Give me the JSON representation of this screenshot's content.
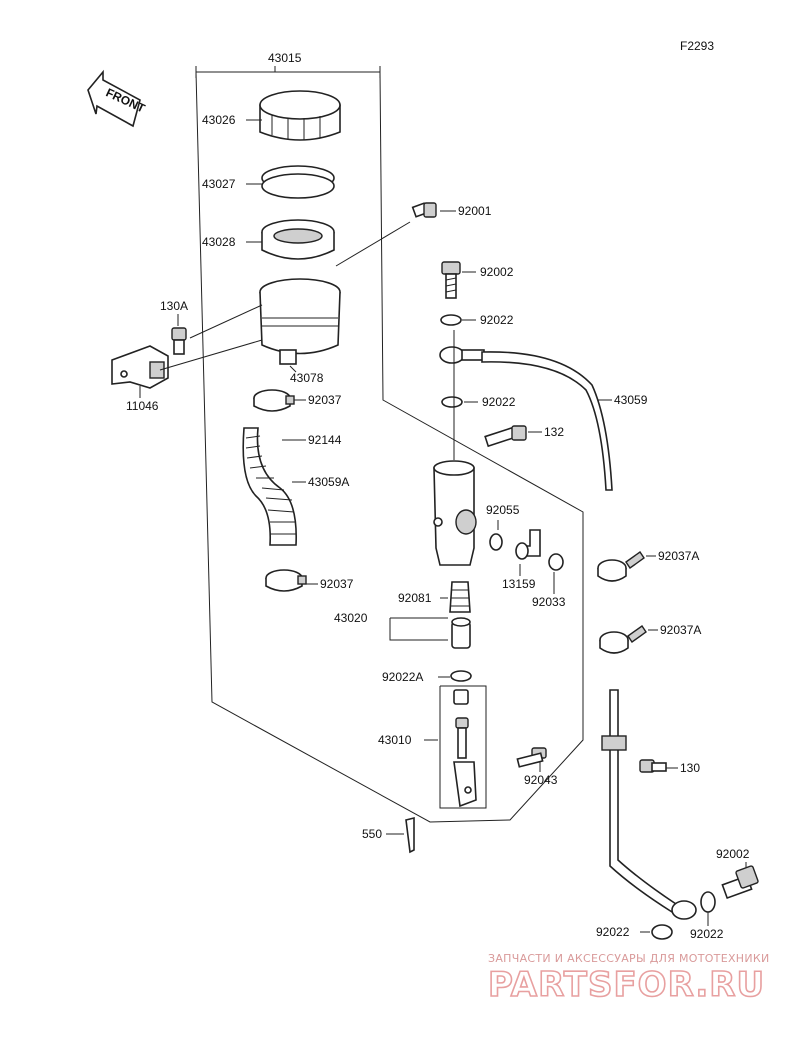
{
  "figure_code": "F2293",
  "front_label": "FRONT",
  "labels": {
    "p43015": "43015",
    "p43026": "43026",
    "p43027": "43027",
    "p43028": "43028",
    "p92001": "92001",
    "p92002a": "92002",
    "p92022a": "92022",
    "p130A": "130A",
    "p11046": "11046",
    "p43078": "43078",
    "p92037a": "92037",
    "p92022b": "92022",
    "p43059": "43059",
    "p92144": "92144",
    "p132": "132",
    "p43059A": "43059A",
    "p92055": "92055",
    "p92037Aa": "92037A",
    "p13159": "13159",
    "p92033": "92033",
    "p92037b": "92037",
    "p92081": "92081",
    "p43020": "43020",
    "p92037Ab": "92037A",
    "p92022A": "92022A",
    "p43010": "43010",
    "p130": "130",
    "p92043": "92043",
    "p550": "550",
    "p92002b": "92002",
    "p92022c": "92022",
    "p92022d": "92022"
  },
  "watermark": {
    "top_text": "ЗАПЧАСТИ И АКСЕССУАРЫ ДЛЯ МОТОТЕХНИКИ",
    "brand_text": "PARTSFOR.RU"
  }
}
